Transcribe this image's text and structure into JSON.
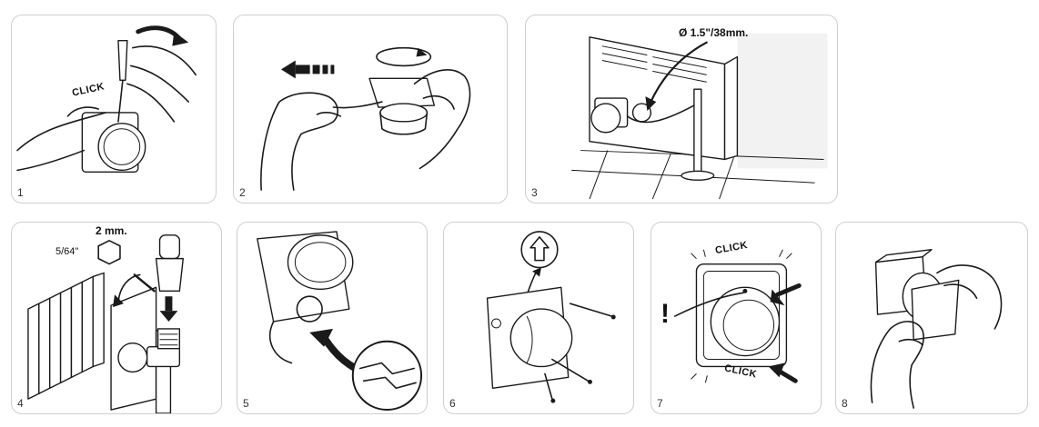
{
  "steps": [
    {
      "number": "1",
      "label": "CLICK"
    },
    {
      "number": "2"
    },
    {
      "number": "3",
      "dimension": "Ø 1.5\"/38mm."
    },
    {
      "number": "4",
      "hex_metric": "2 mm.",
      "hex_imperial": "5/64\""
    },
    {
      "number": "5"
    },
    {
      "number": "6"
    },
    {
      "number": "7",
      "label_top": "CLICK",
      "label_bottom": "CLICK",
      "warning": "!"
    },
    {
      "number": "8"
    }
  ]
}
